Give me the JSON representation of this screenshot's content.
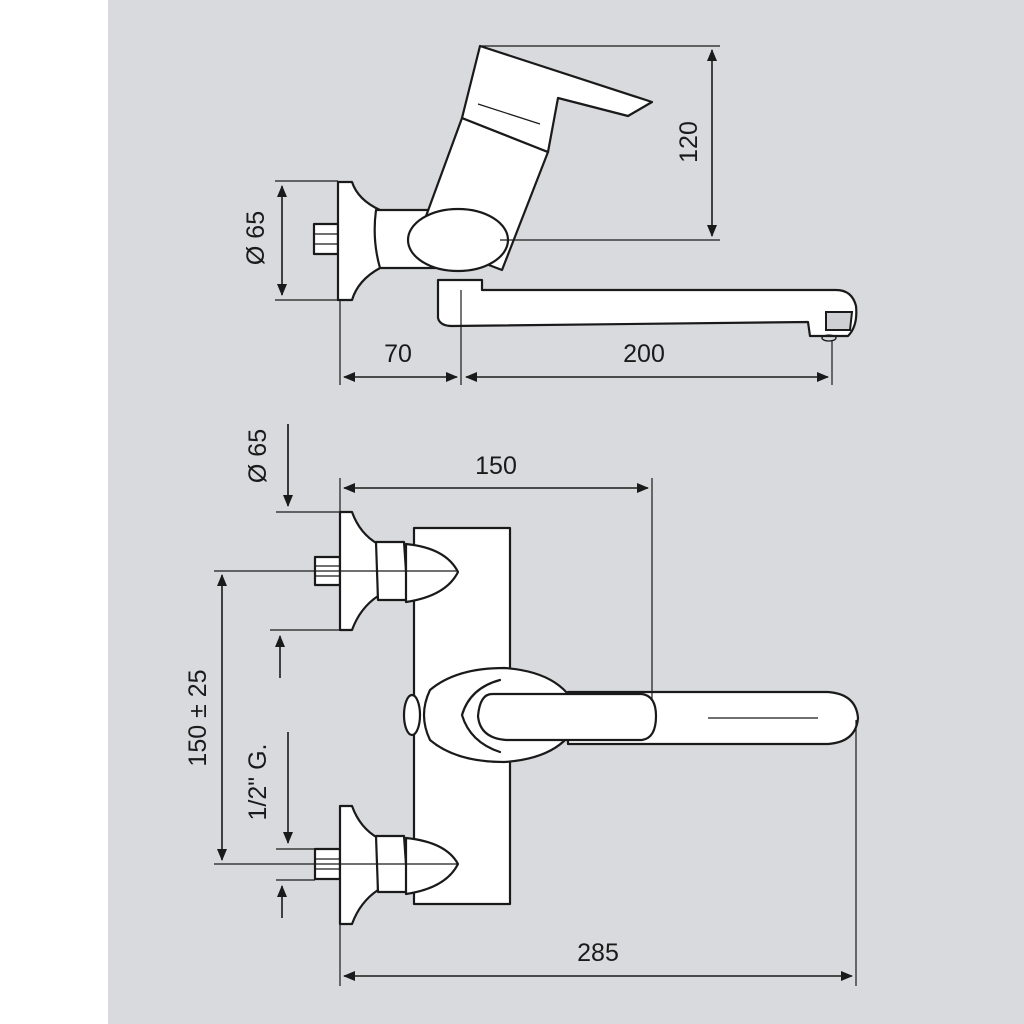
{
  "colors": {
    "background": "#d9dadd",
    "line": "#1a1a1a",
    "fill": "#ffffff"
  },
  "dimensions": {
    "side_view": {
      "diameter": "Ø 65",
      "height": "120",
      "offset": "70",
      "spout_length": "200"
    },
    "front_view": {
      "diameter": "Ø 65",
      "width": "150",
      "centers": "150 ± 25",
      "thread": "1/2\" G.",
      "total_length": "285"
    }
  }
}
